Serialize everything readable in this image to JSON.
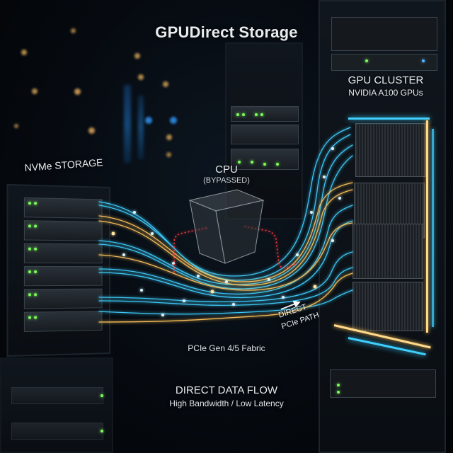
{
  "title": "GPUDirect Storage",
  "gpu_cluster": {
    "label": "GPU CLUSTER",
    "sublabel": "NVIDIA A100 GPUs"
  },
  "storage": {
    "label": "NVMe STORAGE"
  },
  "cpu": {
    "label": "CPU",
    "sublabel": "(BYPASSED)"
  },
  "path": {
    "line1": "DIRECT",
    "line2": "PCIe PATH"
  },
  "fabric": {
    "label": "PCIe Gen 4/5 Fabric"
  },
  "footer": {
    "headline": "DIRECT DATA FLOW",
    "subline": "High Bandwidth / Low Latency"
  },
  "colors": {
    "blue_stream": "#3fd0ff",
    "gold_stream": "#ffc45a",
    "cpu_path": "#ff3b3b",
    "led": "#7dff5a"
  }
}
